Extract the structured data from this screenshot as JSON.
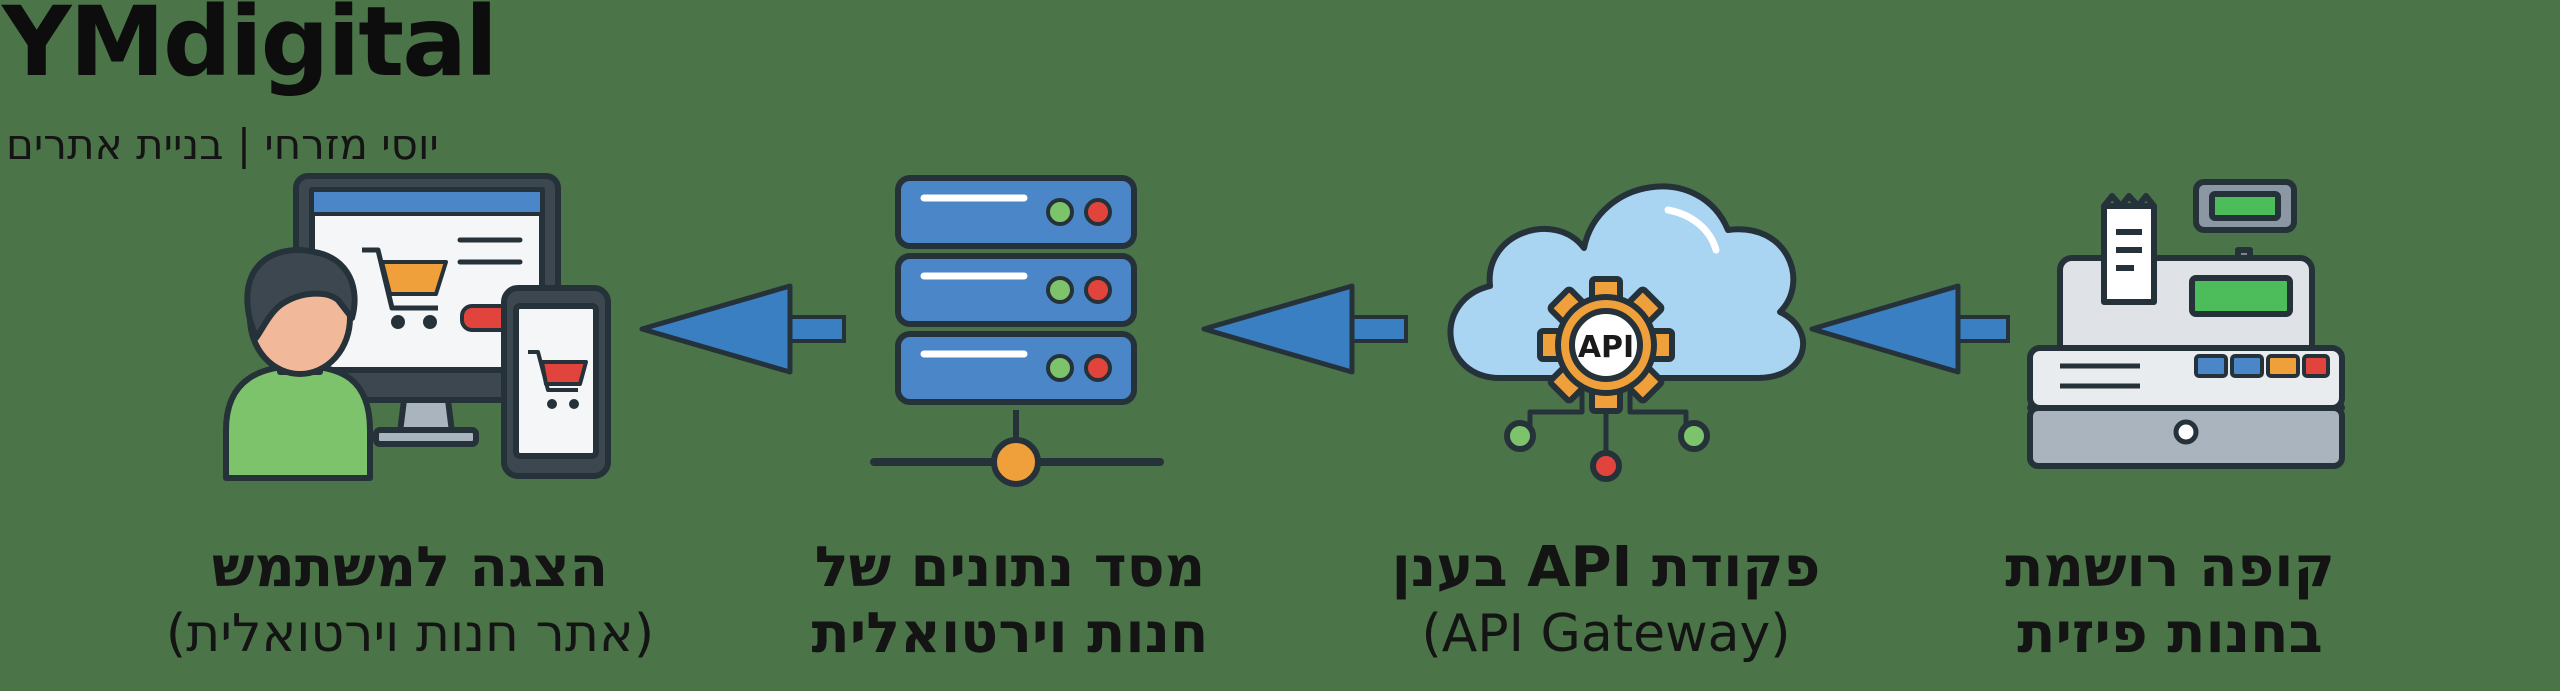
{
  "header": {
    "brand": "YMdigital",
    "tagline": "יוסי מזרחי | בניית אתרים"
  },
  "nodes": [
    {
      "id": "register",
      "line1": "קופה רושמת",
      "line2": "בחנות פיזית",
      "line2_bold": true,
      "icon": "cash-register-icon"
    },
    {
      "id": "api",
      "line1": "פקודת API בענן",
      "line2": "(API Gateway)",
      "line2_bold": false,
      "icon": "cloud-api-gear-icon",
      "api_badge": "API"
    },
    {
      "id": "database",
      "line1": "מסד נתונים של",
      "line2": "חנות וירטואלית",
      "line2_bold": true,
      "icon": "database-server-icon"
    },
    {
      "id": "display",
      "line1": "הצגה למשתמש",
      "line2": "(אתר חנות וירטואלית)",
      "line2_bold": false,
      "icon": "user-computer-phone-icon"
    }
  ],
  "colors": {
    "background": "#4b7449",
    "arrow": "#3a7fc1",
    "cloud": "#a9d4f2",
    "gear": "#f0a03a",
    "server": "#4a86c8",
    "register": "#dfe3e8",
    "screen_green": "#4dbd5c",
    "user_shirt": "#7cc36b"
  }
}
